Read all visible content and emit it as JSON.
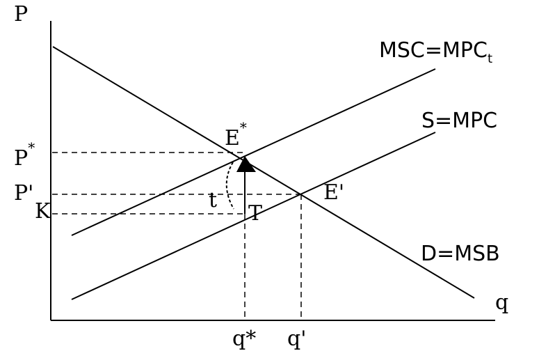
{
  "axes": {
    "y_label": "P",
    "x_label": "q"
  },
  "curves": {
    "msc": {
      "label_main": "MSC=MPC",
      "label_sub": "t"
    },
    "supply": {
      "label": "S=MPC"
    },
    "demand": {
      "label": "D=MSB"
    }
  },
  "points": {
    "e_star": {
      "label": "E",
      "sup": "*"
    },
    "e_prime": {
      "label": "E'"
    },
    "t_point": {
      "label": "T"
    }
  },
  "price_levels": {
    "p_star": {
      "label": "P",
      "sup": "*"
    },
    "p_prime": {
      "label": "P'"
    },
    "k": {
      "label": "K"
    }
  },
  "quantities": {
    "q_star": {
      "label": "q*"
    },
    "q_prime": {
      "label": "q'"
    }
  },
  "tax_label": "t"
}
